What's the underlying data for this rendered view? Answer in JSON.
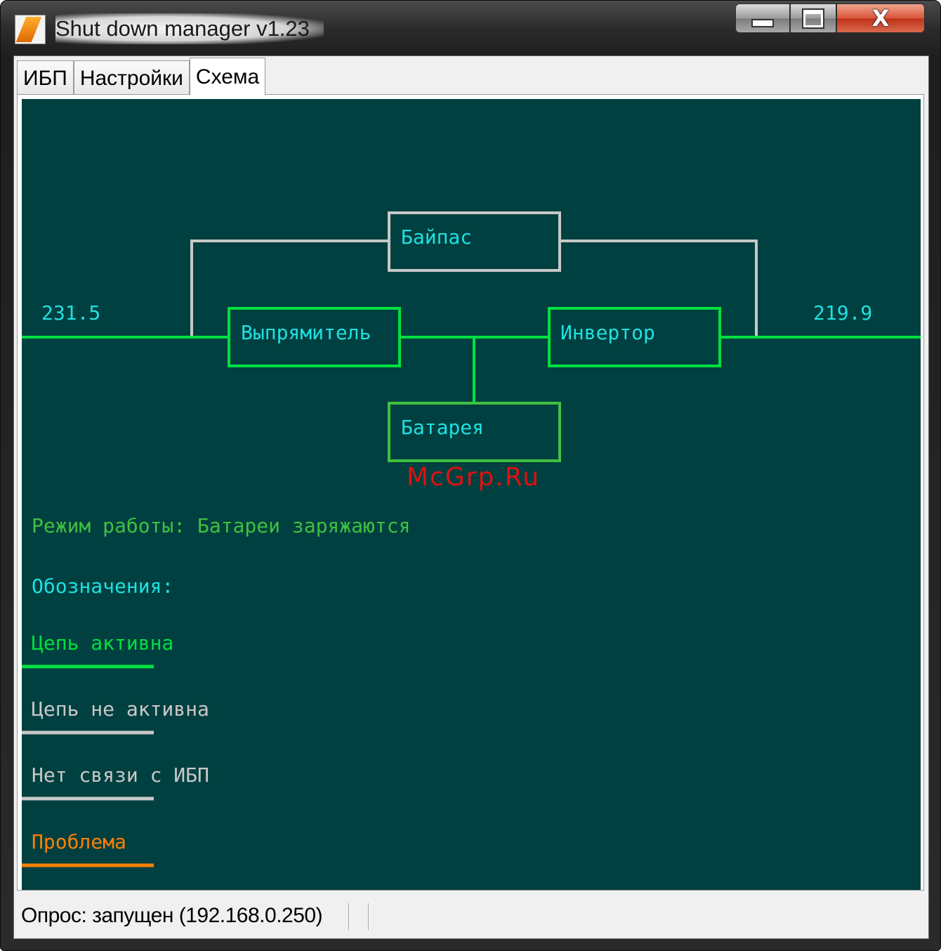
{
  "window": {
    "title": "Shut down manager  v1.23",
    "controls": {
      "minimize_icon": "minimize-icon",
      "maximize_icon": "maximize-icon",
      "close_icon": "close-icon",
      "close_glyph": "X"
    }
  },
  "tabs": [
    {
      "label": "ИБП",
      "active": false
    },
    {
      "label": "Настройки",
      "active": false
    },
    {
      "label": "Схема",
      "active": true
    }
  ],
  "schema": {
    "input_voltage": "231.5",
    "output_voltage": "219.9",
    "blocks": {
      "bypass": "Байпас",
      "rectifier": "Выпрямитель",
      "inverter": "Инвертор",
      "battery": "Батарея"
    },
    "mode": "Режим работы: Батареи заряжаются",
    "legend_title": "Обозначения:",
    "legend": [
      {
        "label": "Цепь активна",
        "color": "#00e040"
      },
      {
        "label": "Цепь не активна",
        "color": "#c8c8c8"
      },
      {
        "label": "Нет связи с ИБП",
        "color": "#c8c8c8"
      },
      {
        "label": "Проблема",
        "color": "#ff8000"
      }
    ],
    "colors": {
      "background": "#004040",
      "active": "#00e040",
      "inactive": "#c8c8c8",
      "label_cyan": "#20e0e0",
      "mode_green": "#40c040",
      "problem": "#ff8000"
    }
  },
  "watermark": "McGrp.Ru",
  "statusbar": {
    "text": "Опрос: запущен (192.168.0.250)"
  }
}
